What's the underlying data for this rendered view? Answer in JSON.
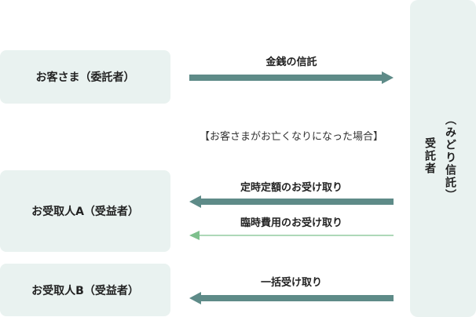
{
  "parties": {
    "client": "お客さま（委託者）",
    "beneficiary_a": "お受取人A（受益者）",
    "beneficiary_b": "お受取人B（受益者）",
    "trustee_role": "受託者",
    "trustee_name": "（みどり信託）"
  },
  "flows": {
    "trust_of_money": "金銭の信託",
    "condition": "【お客さまがお亡くなりになった場合】",
    "fixed_payout": "定時定額のお受け取り",
    "temporary_payout": "臨時費用のお受け取り",
    "lump_sum": "一括受け取り"
  },
  "colors": {
    "box_fill": "#e9f2f0",
    "arrow_main": "#5e8b88",
    "arrow_light": "#7ec08d"
  }
}
